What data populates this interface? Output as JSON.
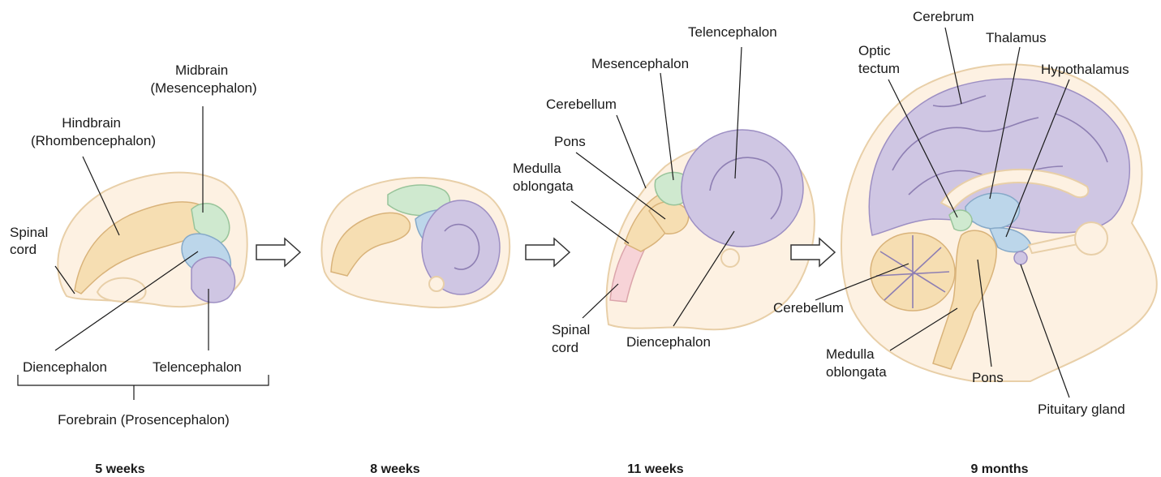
{
  "stages": {
    "week5": {
      "caption": "5 weeks",
      "labels": {
        "midbrain": [
          "Midbrain",
          "(Mesencephalon)"
        ],
        "hindbrain": [
          "Hindbrain",
          "(Rhombencephalon)"
        ],
        "spinal_cord": [
          "Spinal",
          "cord"
        ],
        "diencephalon": "Diencephalon",
        "telencephalon": "Telencephalon",
        "forebrain": "Forebrain (Prosencephalon)"
      }
    },
    "week8": {
      "caption": "8 weeks"
    },
    "week11": {
      "caption": "11 weeks",
      "labels": {
        "telencephalon": "Telencephalon",
        "mesencephalon": "Mesencephalon",
        "cerebellum": "Cerebellum",
        "pons": "Pons",
        "medulla": [
          "Medulla",
          "oblongata"
        ],
        "spinal_cord": [
          "Spinal",
          "cord"
        ],
        "diencephalon": "Diencephalon"
      }
    },
    "month9": {
      "caption": "9 months",
      "labels": {
        "cerebrum": "Cerebrum",
        "optic_tectum": [
          "Optic",
          "tectum"
        ],
        "thalamus": "Thalamus",
        "hypothalamus": "Hypothalamus",
        "cerebellum": "Cerebellum",
        "medulla": [
          "Medulla",
          "oblongata"
        ],
        "pons": "Pons",
        "pituitary": "Pituitary gland"
      }
    }
  },
  "colors": {
    "hindbrain": "#f6deb2",
    "midbrain": "#cfe9cf",
    "diencephalon": "#bcd6ea",
    "telencephalon": "#cfc6e3",
    "spinal_cord": "#f7d3d7",
    "head_outline": "#fdf1e2"
  }
}
